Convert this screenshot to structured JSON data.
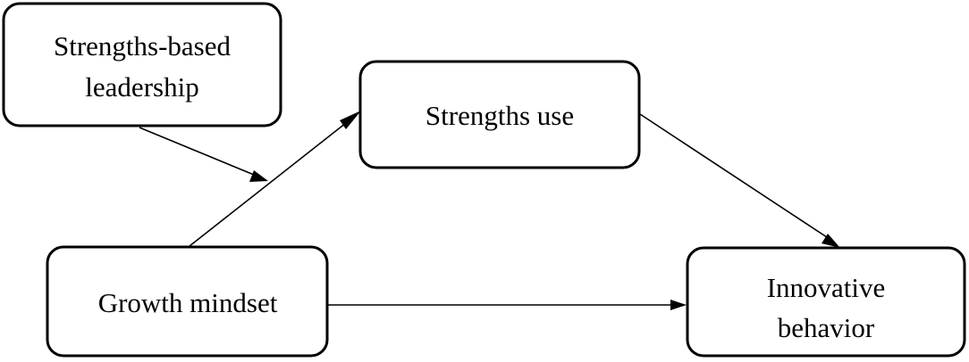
{
  "nodes": {
    "strengths_based_leadership": {
      "lines": [
        "Strengths-based",
        "leadership"
      ]
    },
    "strengths_use": {
      "lines": [
        "Strengths use"
      ]
    },
    "growth_mindset": {
      "lines": [
        "Growth mindset"
      ]
    },
    "innovative_behavior": {
      "lines": [
        "Innovative",
        "behavior"
      ]
    }
  },
  "edges": [
    {
      "from": "growth_mindset",
      "to": "strengths_use"
    },
    {
      "from": "strengths_based_leadership",
      "to": "growth_mindset_to_strengths_use_path"
    },
    {
      "from": "strengths_use",
      "to": "innovative_behavior"
    },
    {
      "from": "growth_mindset",
      "to": "innovative_behavior"
    }
  ],
  "colors": {
    "stroke": "#000000",
    "fill": "#ffffff"
  }
}
